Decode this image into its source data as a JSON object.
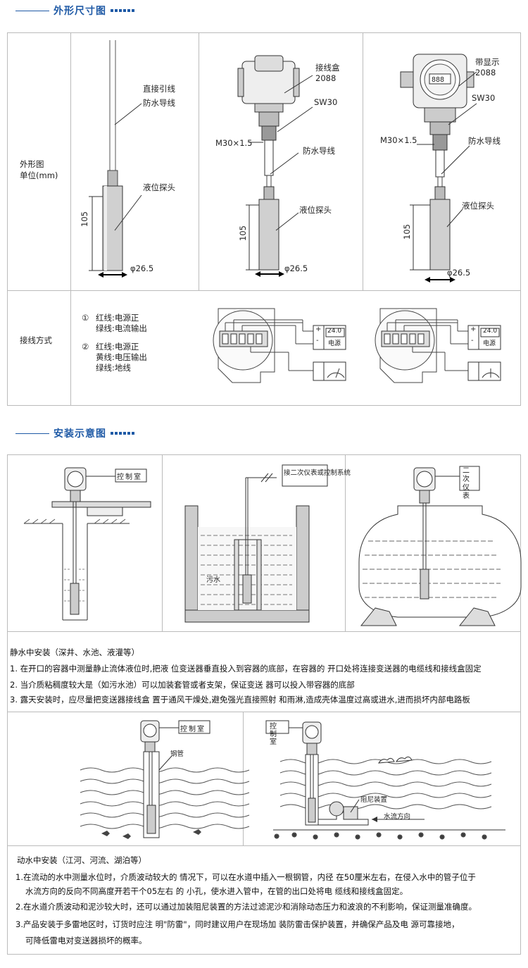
{
  "section1": {
    "title": "外形尺寸图"
  },
  "section2": {
    "title": "安装示意图"
  },
  "dims": {
    "row_label_1": "外形图",
    "row_label_2": "单位(mm)",
    "d1": {
      "lead": "直接引线",
      "cable": "防水导线",
      "probe": "液位探头",
      "height": "105",
      "dia": "φ26.5"
    },
    "d2": {
      "box": "接线盒",
      "box_no": "2088",
      "sw": "SW30",
      "thread": "M30×1.5",
      "cable": "防水导线",
      "probe": "液位探头",
      "height": "105",
      "dia": "φ26.5"
    },
    "d3": {
      "box": "带显示",
      "box_no": "2088",
      "sw": "SW30",
      "thread": "M30×1.5",
      "cable": "防水导线",
      "probe": "液位探头",
      "height": "105",
      "dia": "φ26.5"
    }
  },
  "wiring": {
    "row_label": "接线方式",
    "opt1_mark": "①",
    "opt1_l1": "红线:电源正",
    "opt1_l2": "绿线:电流输出",
    "opt2_mark": "②",
    "opt2_l1": "红线:电源正",
    "opt2_l2": "黄线:电压输出",
    "opt2_l3": "绿线:地线",
    "display": "24.0",
    "power": "电源",
    "minus": "-",
    "plus": "+"
  },
  "install": {
    "control_room": "控制室",
    "secondary_system": "接二次仪表或控制系统",
    "sewage": "污水",
    "secondary_inst": "二次仪表",
    "steel_pipe": "钢管",
    "damper": "阻尼装置",
    "flow_dir": "水流方向",
    "static_title": "静水中安装（深井、水池、液灌等）",
    "static_notes": [
      "1. 在开口的容器中测量静止流体液位时,把液 位变送器垂直投入到容器的底部，在容器的 开口处将连接变送器的电缆线和接线盒固定",
      "2. 当介质粘稠度较大是（如污水池）可以加装套管或者支架，保证变送 器可以投入带容器的底部",
      "3. 露天安装时，应尽量把变送器接线盒 置于通风干燥处,避免强光直接照射 和雨淋,造成壳体温度过高或进水,进而损坏内部电路板"
    ],
    "dynamic_title": "动水中安装（江河、河流、湖泊等）",
    "dynamic_notes": [
      "1.在流动的水中测量水位时，介质波动较大的 情况下，可以在水道中插入一根钢管，内径 在50厘米左右，在侵入水中的管子位于",
      "水流方向的反向不同高度开若干个05左右 的 小孔，使水进入管中，在管的出口处将电 缆线和接线盒固定。",
      "2.在水道介质波动和泥沙较大时，还可以通过加装阻尼装置的方法过滤泥沙和消除动态压力和波浪的不利影响，保证测量准确度。",
      "3.产品安装于多雷地区时，订货时应注 明\"防雷\"，同时建议用户在现场加 装防雷击保护装置，并确保产品及电 源可靠接地，",
      "可降低雷电对变送器损坏的概率。"
    ]
  }
}
